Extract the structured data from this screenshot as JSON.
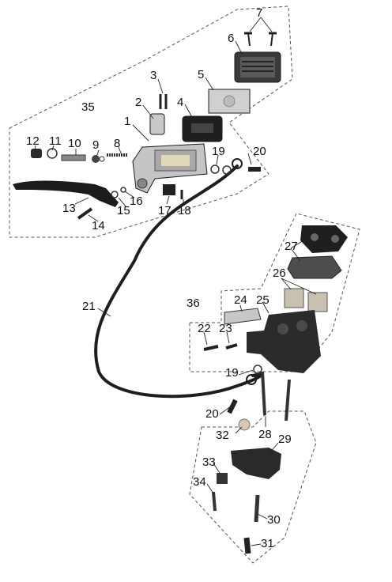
{
  "diagram": {
    "callouts": {
      "n1": "1",
      "n2": "2",
      "n3": "3",
      "n4": "4",
      "n5": "5",
      "n6": "6",
      "n7": "7",
      "n8": "8",
      "n9": "9",
      "n10": "10",
      "n11": "11",
      "n12": "12",
      "n13": "13",
      "n14": "14",
      "n15": "15",
      "n16": "16",
      "n17": "17",
      "n18": "18",
      "n19a": "19",
      "n20a": "20",
      "n21": "21",
      "n22": "22",
      "n23": "23",
      "n24": "24",
      "n25": "25",
      "n26": "26",
      "n27": "27",
      "n28": "28",
      "n29": "29",
      "n30": "30",
      "n31": "31",
      "n32": "32",
      "n33": "33",
      "n34": "34",
      "n35": "35",
      "n36": "36",
      "n19b": "19",
      "n20b": "20"
    },
    "colors": {
      "ink": "#1a1a1a",
      "metal": "#b9b9b9",
      "dark_part": "#2b2b2b",
      "pad": "#555555",
      "piston": "#c8c0b0"
    }
  }
}
